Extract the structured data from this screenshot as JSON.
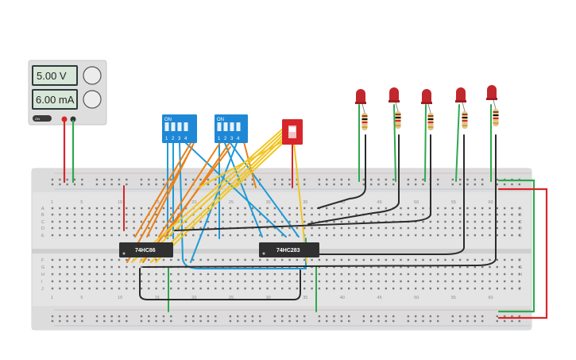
{
  "power_supply": {
    "voltage_display": "5.00 V",
    "current_display": "6.00 mA",
    "power_label": "ON"
  },
  "dip_switches": [
    {
      "on_label": "ON",
      "positions": [
        "1",
        "2",
        "3",
        "4"
      ]
    },
    {
      "on_label": "ON",
      "positions": [
        "1",
        "2",
        "3",
        "4"
      ]
    }
  ],
  "chips": [
    {
      "label": "74HC86"
    },
    {
      "label": "74HC283"
    }
  ],
  "leds": {
    "count": 5,
    "color": "#c0282d"
  },
  "breadboard": {
    "column_numbers": [
      "1",
      "5",
      "10",
      "15",
      "20",
      "25",
      "30",
      "35",
      "40",
      "45",
      "50",
      "55",
      "60"
    ],
    "row_letters_top": [
      "A",
      "B",
      "C",
      "D",
      "E"
    ],
    "row_letters_bottom": [
      "F",
      "G",
      "H",
      "I",
      "J"
    ]
  },
  "colors": {
    "wire_red": "#d7262b",
    "wire_green": "#2fa84f",
    "wire_orange": "#e8811a",
    "wire_yellow": "#f2c522",
    "wire_blue": "#1f9bd7",
    "wire_black": "#2b2b2b",
    "switch_blue": "#1e88d6",
    "switch_red": "#d7262b"
  }
}
